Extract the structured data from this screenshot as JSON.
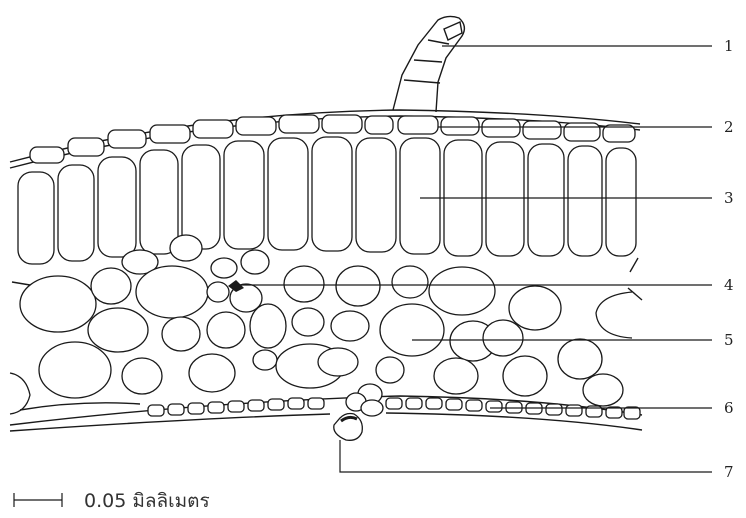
{
  "labels": [
    "1",
    "2",
    "3",
    "4",
    "5",
    "6",
    "7"
  ],
  "scale_bar": {
    "text": "0.05 มิลลิเมตร"
  }
}
